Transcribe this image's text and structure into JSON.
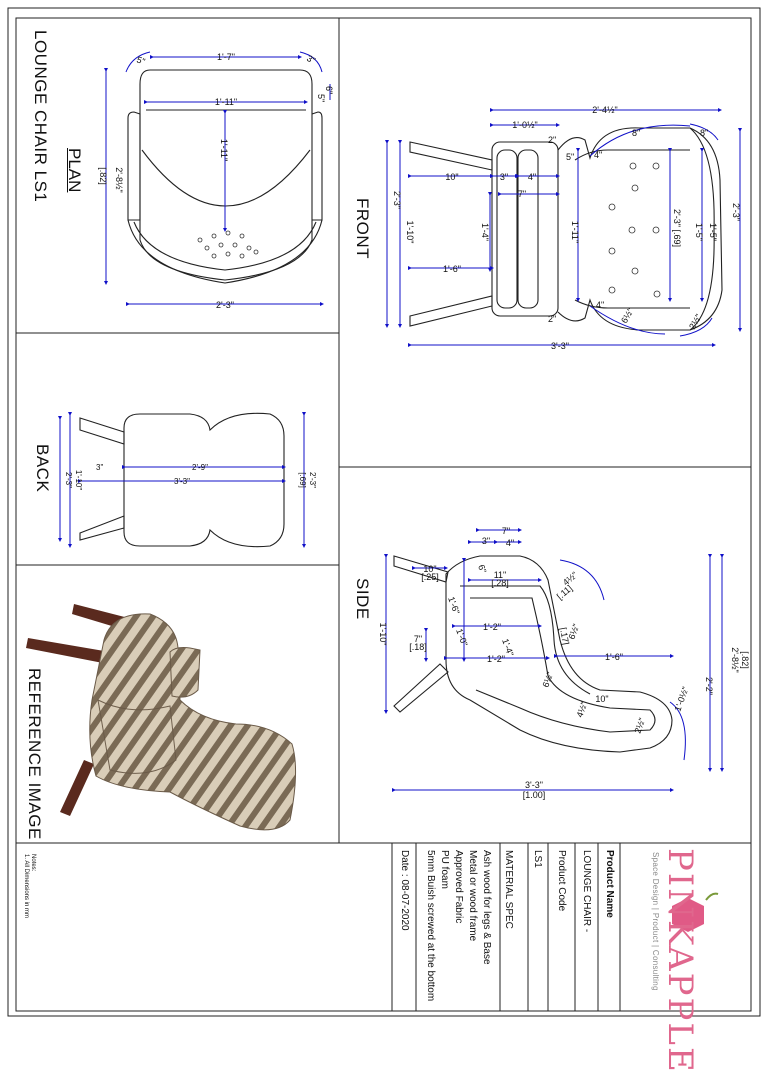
{
  "sheet": {
    "title": "LOUNGE CHAIR LS1",
    "views": {
      "plan": "PLAN",
      "front": "FRONT",
      "back": "BACK",
      "side": "SIDE",
      "reference": "REFERENCE IMAGE"
    }
  },
  "dimensions": {
    "plan": {
      "top_width": "1'-7\"",
      "inner_width": "1'-11\"",
      "depth_inner": "1'-11\"",
      "overall_width": "2'-3\"",
      "overall_depth": "2'-8½\"",
      "overall_depth_m": "[.82]",
      "corner_left": "5\"",
      "corner_right": "3\"",
      "edge_a": "6\"",
      "edge_b": "5\""
    },
    "front": {
      "overall_width": "2'-4½\"",
      "seat_depth": "1'-0½\"",
      "back_curve": "8\"",
      "arm_r": "8\"",
      "arm_in": "4\"",
      "gap_top": "5\"",
      "cushion_a": "2\"",
      "leg_reach": "10\"",
      "frame_a": "3\"",
      "frame_b": "4\"",
      "frame_c": "7\"",
      "overall_height": "2'-3\"",
      "height_a": "1'-10\"",
      "seat_h": "1'-4\"",
      "back_h": "1'-11\"",
      "back_h_m": "2'-3\" [.69]",
      "back_inner": "1'-5\"",
      "side_h": "1'-5\"",
      "leg_span": "1'-6\"",
      "low_a": "2\"",
      "low_b": "4\"",
      "low_c": "6½\"",
      "low_d": "2½\"",
      "overall_length": "3'-3\""
    },
    "back": {
      "width": "2'-9\"",
      "length": "3'-3\"",
      "h_a": "2'-3\"",
      "h_b": "1'-10\"",
      "h_c": "2'-3\"",
      "h_c_m": "[.69]",
      "small": "3\""
    },
    "side": {
      "seat_top": "7\"",
      "seat_a": "3\"",
      "seat_b": "4\"",
      "leg": "10\"",
      "leg_m": "[.25]",
      "mid": "11\"",
      "mid_m": "[.28]",
      "curve_r": "4½\"",
      "curve_m": "[.11]",
      "depth_a": "6\"",
      "depth_b": "1'-6\"",
      "depth_c": "1'-0\"",
      "depth_d": "1'-2\"",
      "depth_e": "1'-4\"",
      "depth_f": "1'-2\"",
      "inner_a": "6½\"",
      "inner_b": "6½\"",
      "inner_c": "4½\"",
      "inner_d": "2½\"",
      "inner_m": "[.17]",
      "seat_len": "1'-6\"",
      "bottom": "10\"",
      "end_r": "1'-0½\"",
      "overall_height": "2'-8½\"",
      "overall_height_m": "[.82]",
      "height_b": "2'-2\"",
      "height_c": "1'-10\"",
      "leg_h": "7\"",
      "leg_h_m": "[.18]",
      "overall_length": "3'-3\"",
      "overall_length_m": "[1.00]"
    }
  },
  "titleblock": {
    "notes_heading": "Notes:",
    "notes_line": "1. All Dimensions in mm",
    "date": "Date : 08-07-2020",
    "material_heading": "MATERIAL SPEC",
    "materials": [
      "Ash wood for legs & Base",
      "Metal or wood frame",
      "Approved Fabric",
      "PU foam",
      "5mm Buish screwed at the bottom"
    ],
    "product_code_label": "Product Code",
    "product_code": "LS1",
    "product_name_label": "Product Name",
    "product_name": "LOUNGE CHAIR -",
    "brand": "PINKAPPLE",
    "tagline": "Space Design  |  Product  |  Consulting"
  },
  "colors": {
    "dimension": "#1010c8",
    "outline": "#222222",
    "brand": "#e0678d",
    "fabric_light": "#d9cdb8",
    "fabric_dark": "#7a6a55",
    "wood": "#5a2a1e"
  }
}
